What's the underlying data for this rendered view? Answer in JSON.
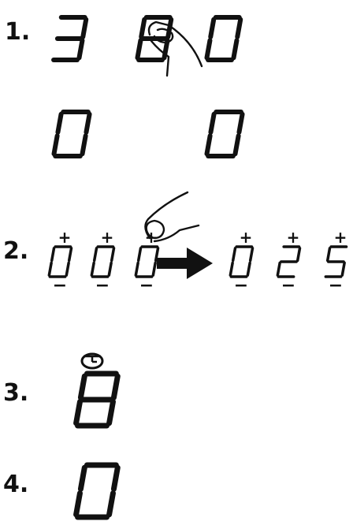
{
  "colors": {
    "ink": "#111111",
    "background": "#ffffff"
  },
  "steps": [
    {
      "label": "1.",
      "rows": [
        [
          "3",
          "8",
          "0"
        ],
        [
          "0",
          "0"
        ]
      ],
      "icon": "finger-press-icon"
    },
    {
      "label": "2.",
      "before": [
        "0",
        "0",
        "0"
      ],
      "after": [
        "0",
        "2",
        "5"
      ],
      "plus_symbol": "+",
      "minus_symbol": "−",
      "icons": [
        "finger-press-icon",
        "arrow-right-icon"
      ]
    },
    {
      "label": "3.",
      "digit": "8",
      "icon": "timer-icon"
    },
    {
      "label": "4.",
      "digit": "0"
    }
  ]
}
